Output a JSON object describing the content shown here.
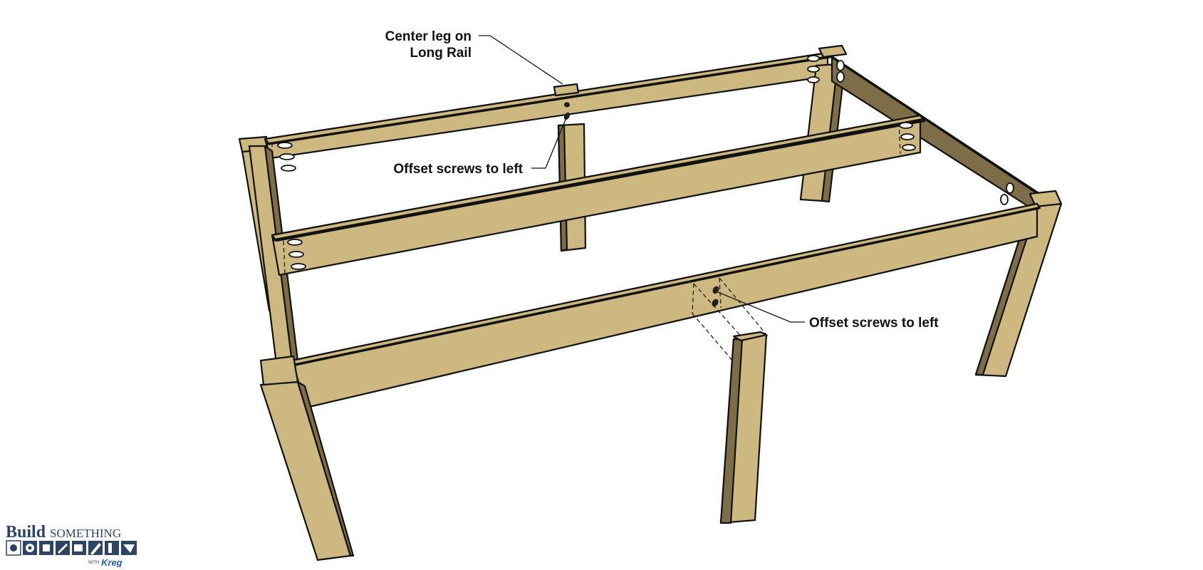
{
  "callouts": {
    "center_leg_line1": "Center leg on",
    "center_leg_line2": "Long Rail",
    "offset_screws_back": "Offset screws to left",
    "offset_screws_front": "Offset screws to left"
  },
  "logo": {
    "build": "Build",
    "something": "SOMETHING",
    "with": "WITH",
    "kreg": "Kreg"
  },
  "colors": {
    "wood_light": "#cdb97f",
    "wood_dark": "#7d6e49",
    "logo_blue": "#2d4468"
  }
}
